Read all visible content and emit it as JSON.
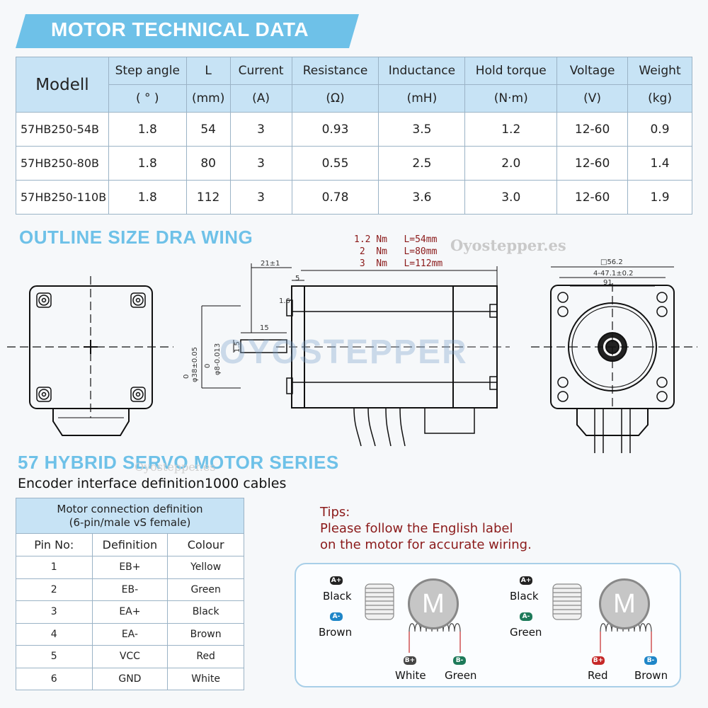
{
  "header": {
    "title": "MOTOR TECHNICAL DATA"
  },
  "specs": {
    "columns": [
      {
        "label": "Modell",
        "unit": ""
      },
      {
        "label": "Step angle",
        "unit": "( ° )"
      },
      {
        "label": "L",
        "unit": "(mm)"
      },
      {
        "label": "Current",
        "unit": "(A)"
      },
      {
        "label": "Resistance",
        "unit": "(Ω)"
      },
      {
        "label": "Inductance",
        "unit": "(mH)"
      },
      {
        "label": "Hold torque",
        "unit": "(N·m)"
      },
      {
        "label": "Voltage",
        "unit": "(V)"
      },
      {
        "label": "Weight",
        "unit": "(kg)"
      }
    ],
    "rows": [
      [
        "57HB250-54B",
        "1.8",
        "54",
        "3",
        "0.93",
        "3.5",
        "1.2",
        "12-60",
        "0.9"
      ],
      [
        "57HB250-80B",
        "1.8",
        "80",
        "3",
        "0.55",
        "2.5",
        "2.0",
        "12-60",
        "1.4"
      ],
      [
        "57HB250-110B",
        "1.8",
        "112",
        "3",
        "0.78",
        "3.6",
        "3.0",
        "12-60",
        "1.9"
      ]
    ]
  },
  "outline": {
    "title": "OUTLINE SIZE DRA WING",
    "torque_lines": [
      "1.2 Nm   L=54mm",
      " 2  Nm   L=80mm",
      " 3  Nm   L=112mm"
    ],
    "watermark": "Oyostepper.es",
    "logo_watermark": "OYOSTEPPER",
    "dims": {
      "d21": "21±1",
      "d5": "5",
      "d1_6": "1.6",
      "d15": "15",
      "d15b": "1.5",
      "phi38": "φ38±0.05",
      "phi8": "φ8-0.013",
      "zero1": "0",
      "zero2": "0",
      "d56": "□56.2",
      "d47": "4-47.1±0.2",
      "d91": "91"
    }
  },
  "series": {
    "title": "57 HYBRID SERVO MOTOR SERIES",
    "subtitle": "Encoder interface definition1000 cables",
    "watermark": "Oyostepper.es"
  },
  "pin_table": {
    "caption_line1": "Motor connection definition",
    "caption_line2": "(6-pin/male vS female)",
    "headers": [
      "Pin No:",
      "Definition",
      "Colour"
    ],
    "rows": [
      [
        "1",
        "EB+",
        "Yellow"
      ],
      [
        "2",
        "EB-",
        "Green"
      ],
      [
        "3",
        "EA+",
        "Black"
      ],
      [
        "4",
        "EA-",
        "Brown"
      ],
      [
        "5",
        "VCC",
        "Red"
      ],
      [
        "6",
        "GND",
        "White"
      ]
    ]
  },
  "tips": {
    "heading": "Tips:",
    "line1": "Please follow the English label",
    "line2": "on the motor for accurate wiring."
  },
  "wiring": {
    "motor_letter": "M",
    "left": {
      "top_label": "Black",
      "top_badge": "A+",
      "mid_label": "Brown",
      "mid_badge": "A-",
      "bottom_left_label": "White",
      "bottom_left_badge": "B+",
      "bottom_right_label": "Green",
      "bottom_right_badge": "B-"
    },
    "right": {
      "top_label": "Black",
      "top_badge": "A+",
      "mid_label": "Green",
      "mid_badge": "A-",
      "bottom_left_label": "Red",
      "bottom_left_badge": "B+",
      "bottom_right_label": "Brown",
      "bottom_right_badge": "B-"
    },
    "colors": {
      "black": "#222222",
      "brown": "#1f86c8",
      "white": "#444444",
      "green": "#1e7a5a",
      "red": "#c62828",
      "brown_dark": "#1f86c8"
    }
  }
}
